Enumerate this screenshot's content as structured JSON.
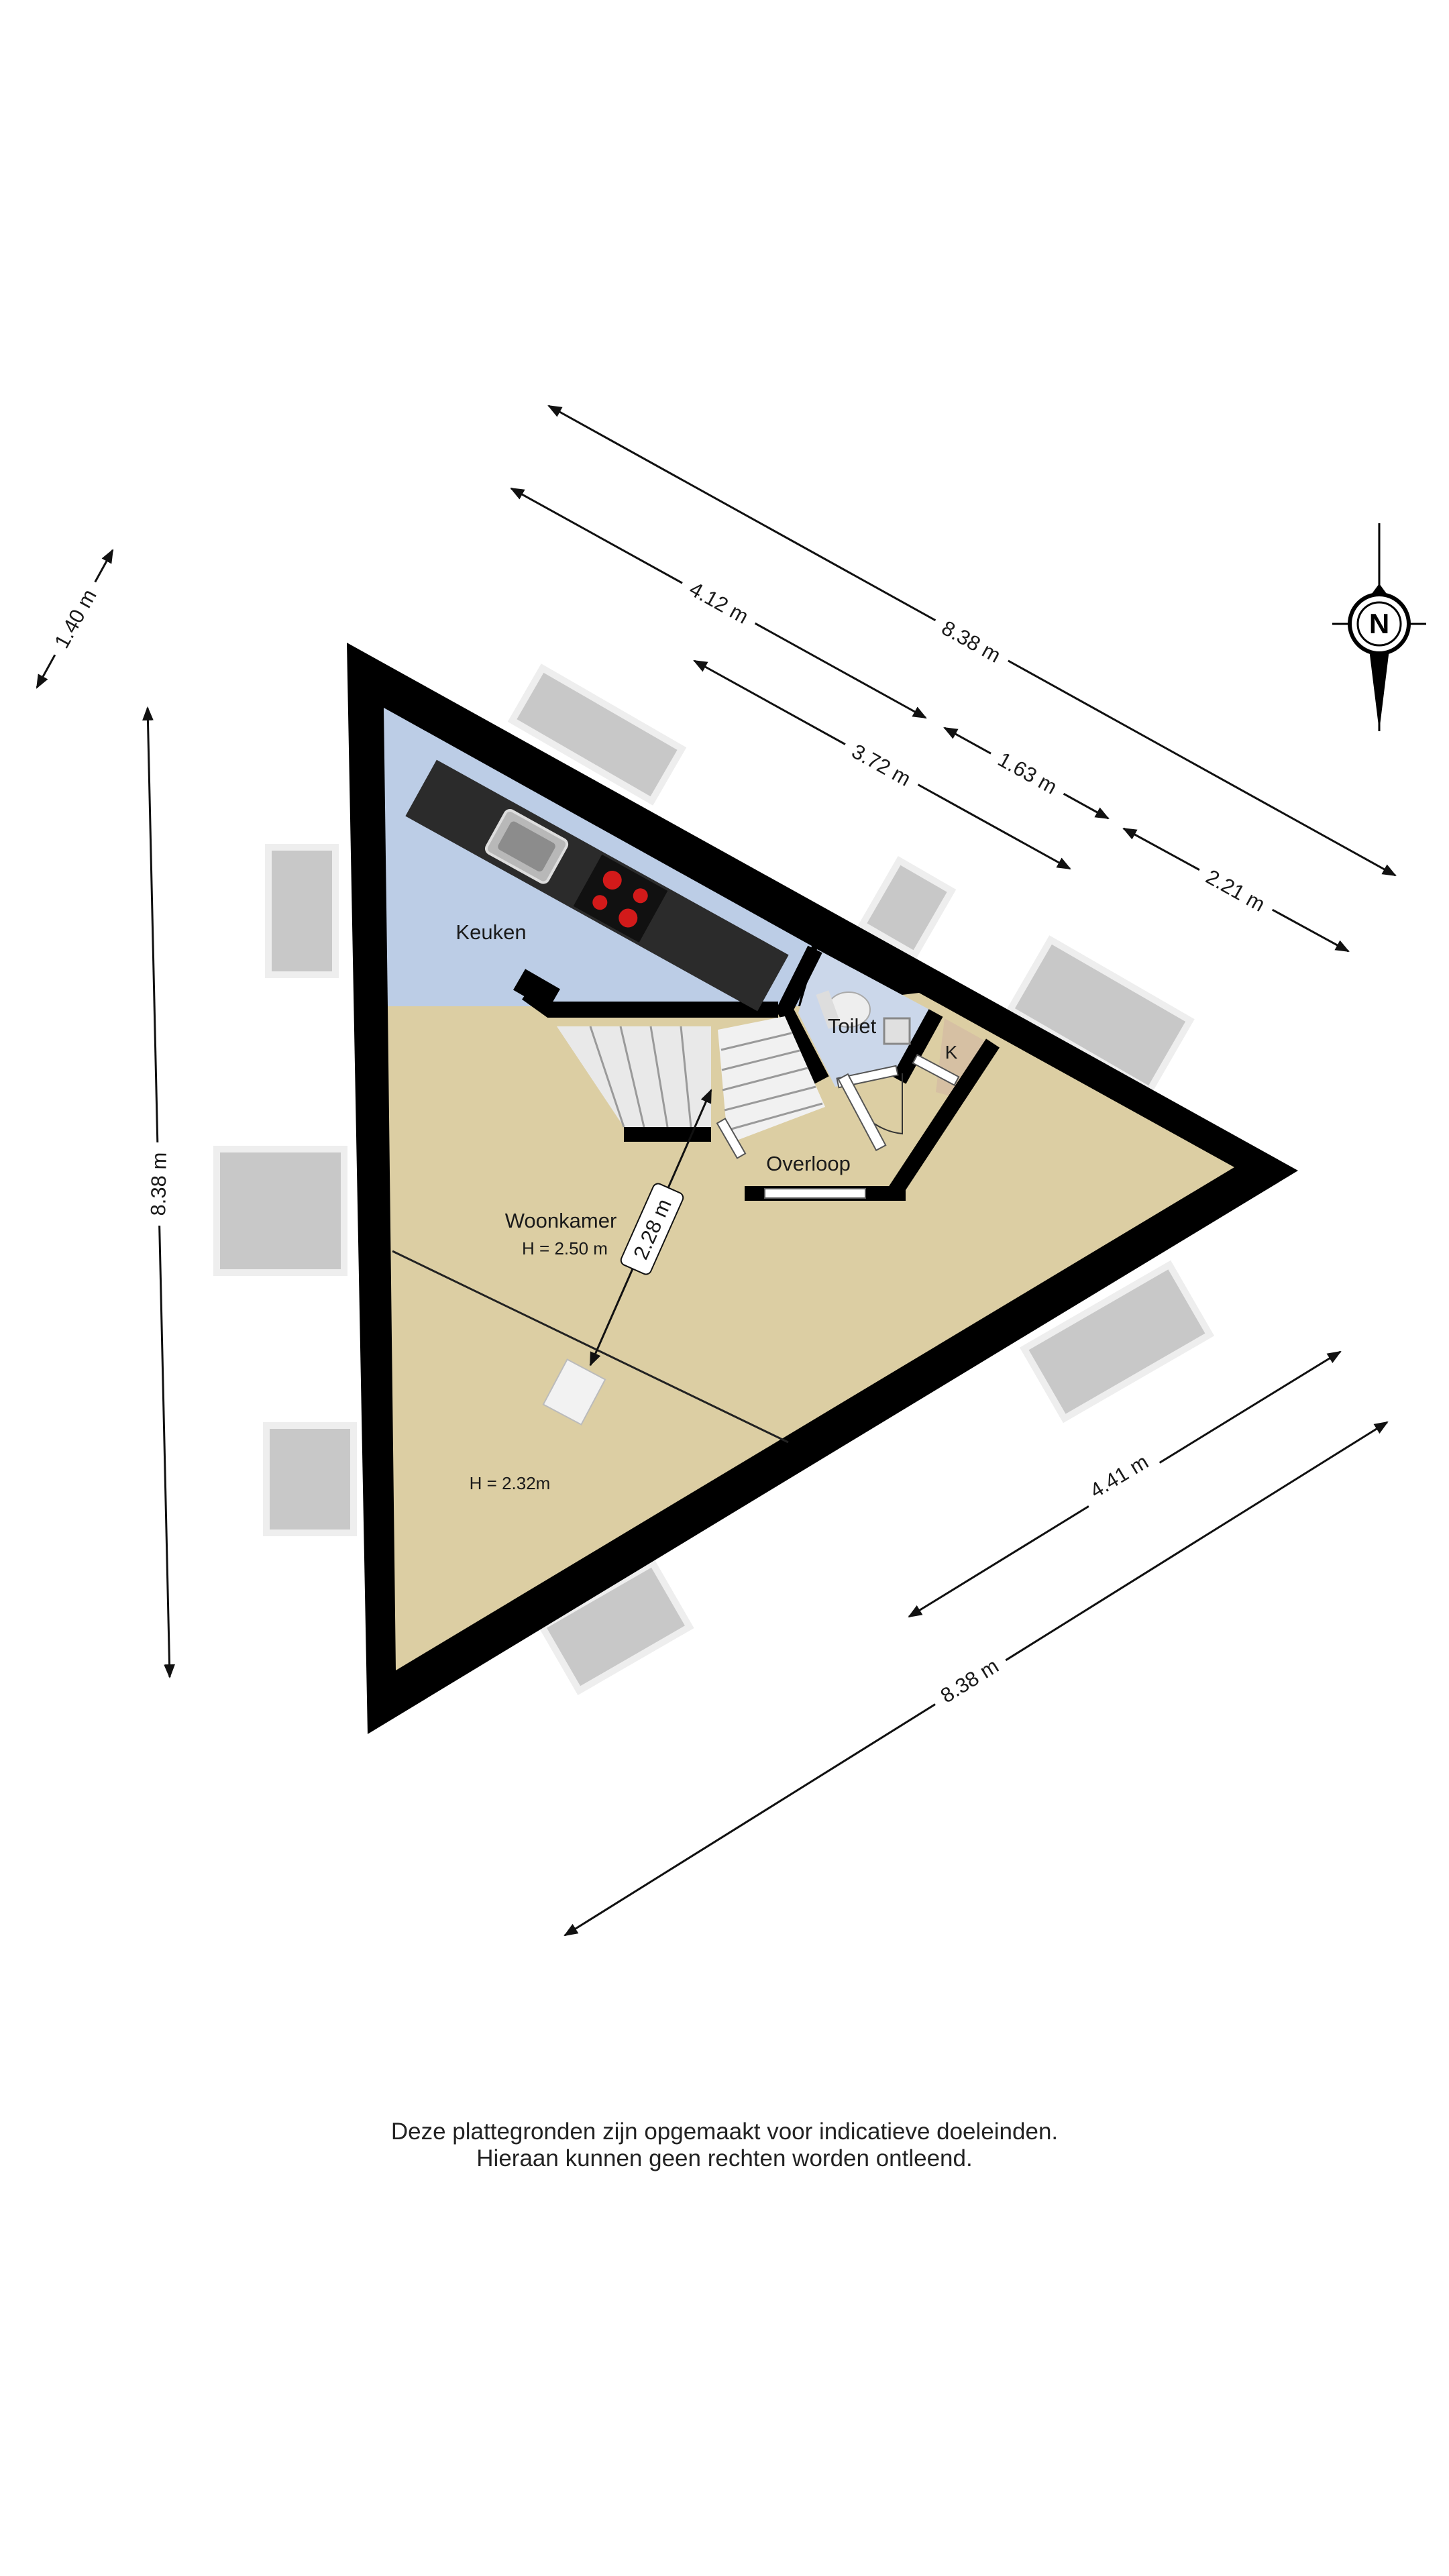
{
  "compass": {
    "label": "N"
  },
  "rooms": {
    "keuken": "Keuken",
    "toilet": "Toilet",
    "kast": "K",
    "overloop": "Overloop",
    "woonkamer": "Woonkamer",
    "woonkamer_height": "H = 2.50 m",
    "sloped_height": "H = 2.32m"
  },
  "dimensions": {
    "top_outer": "8.38 m",
    "top_upper_left": "4.12 m",
    "top_upper_right": "1.63 m",
    "top_inner": "3.72 m",
    "top_right": "2.21 m",
    "left_small": "1.40 m",
    "left_side": "8.38 m",
    "stair_depth": "2.28 m",
    "bottom_inner": "4.41 m",
    "bottom_outer": "8.38 m"
  },
  "disclaimer": {
    "line1": "Deze plattegronden zijn opgemaakt voor indicatieve doeleinden.",
    "line2": "Hieraan kunnen geen rechten worden ontleend."
  },
  "colors": {
    "wall": "#000000",
    "kitchen_floor": "#bccde6",
    "living_floor": "#dccea3",
    "closet_floor": "#d6c0a3",
    "window": "#c8c8c8"
  }
}
